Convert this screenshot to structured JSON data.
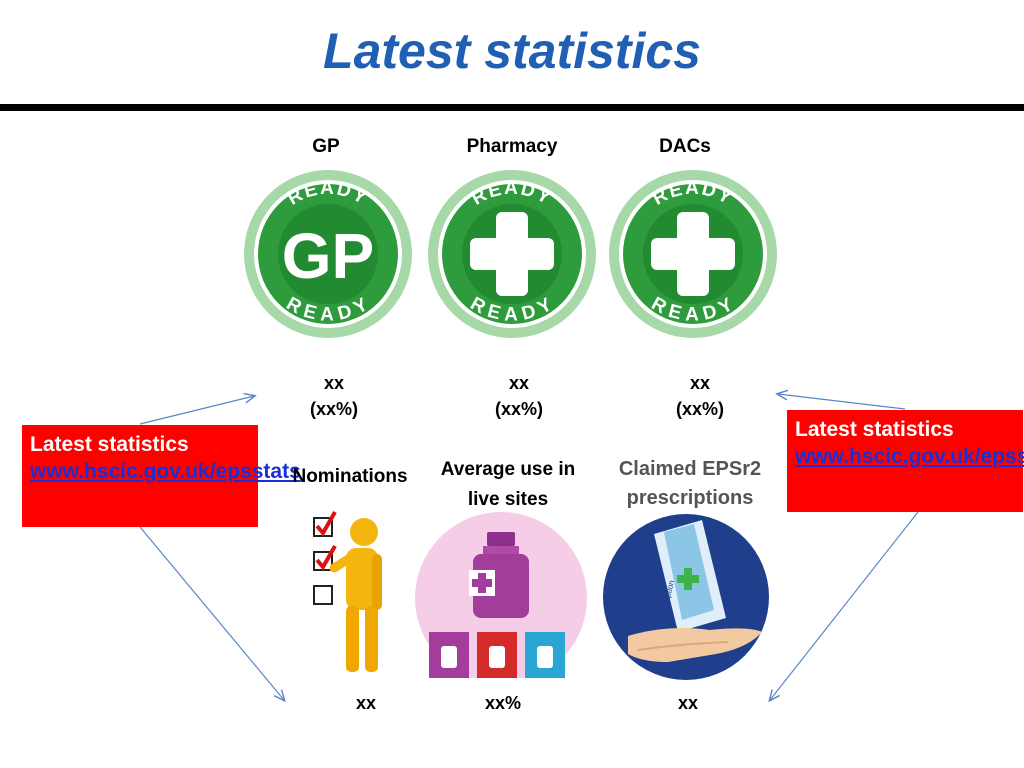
{
  "title": "Latest statistics",
  "columns": [
    {
      "label": "GP",
      "badge_top": "READY",
      "badge_center": "GP",
      "badge_bottom": "READY",
      "count": "xx",
      "pct": "(xx%)"
    },
    {
      "label": "Pharmacy",
      "badge_top": "READY",
      "badge_bottom": "READY",
      "count": "xx",
      "pct": "(xx%)"
    },
    {
      "label": "DACs",
      "badge_top": "READY",
      "badge_bottom": "READY",
      "count": "xx",
      "pct": "(xx%)"
    }
  ],
  "left_box": {
    "heading": "Latest statistics",
    "link": "www.hscic.gov.uk/epsstats"
  },
  "right_box": {
    "heading": "Latest statistics",
    "link": "www.hscic.gov.uk/epsstats"
  },
  "metrics": [
    {
      "label": "Nominations",
      "value": "xx"
    },
    {
      "label": "Average use in live sites",
      "value": "xx%"
    },
    {
      "label": "Claimed EPSr2 prescriptions",
      "value": "xx"
    }
  ],
  "prescription_label": "Prescription",
  "colors": {
    "title": "#1f5fb4",
    "badge_green": "#2e9b3c",
    "badge_ring": "#a6d8a8",
    "callout": "#ff0000",
    "link": "#1b2fd6"
  }
}
